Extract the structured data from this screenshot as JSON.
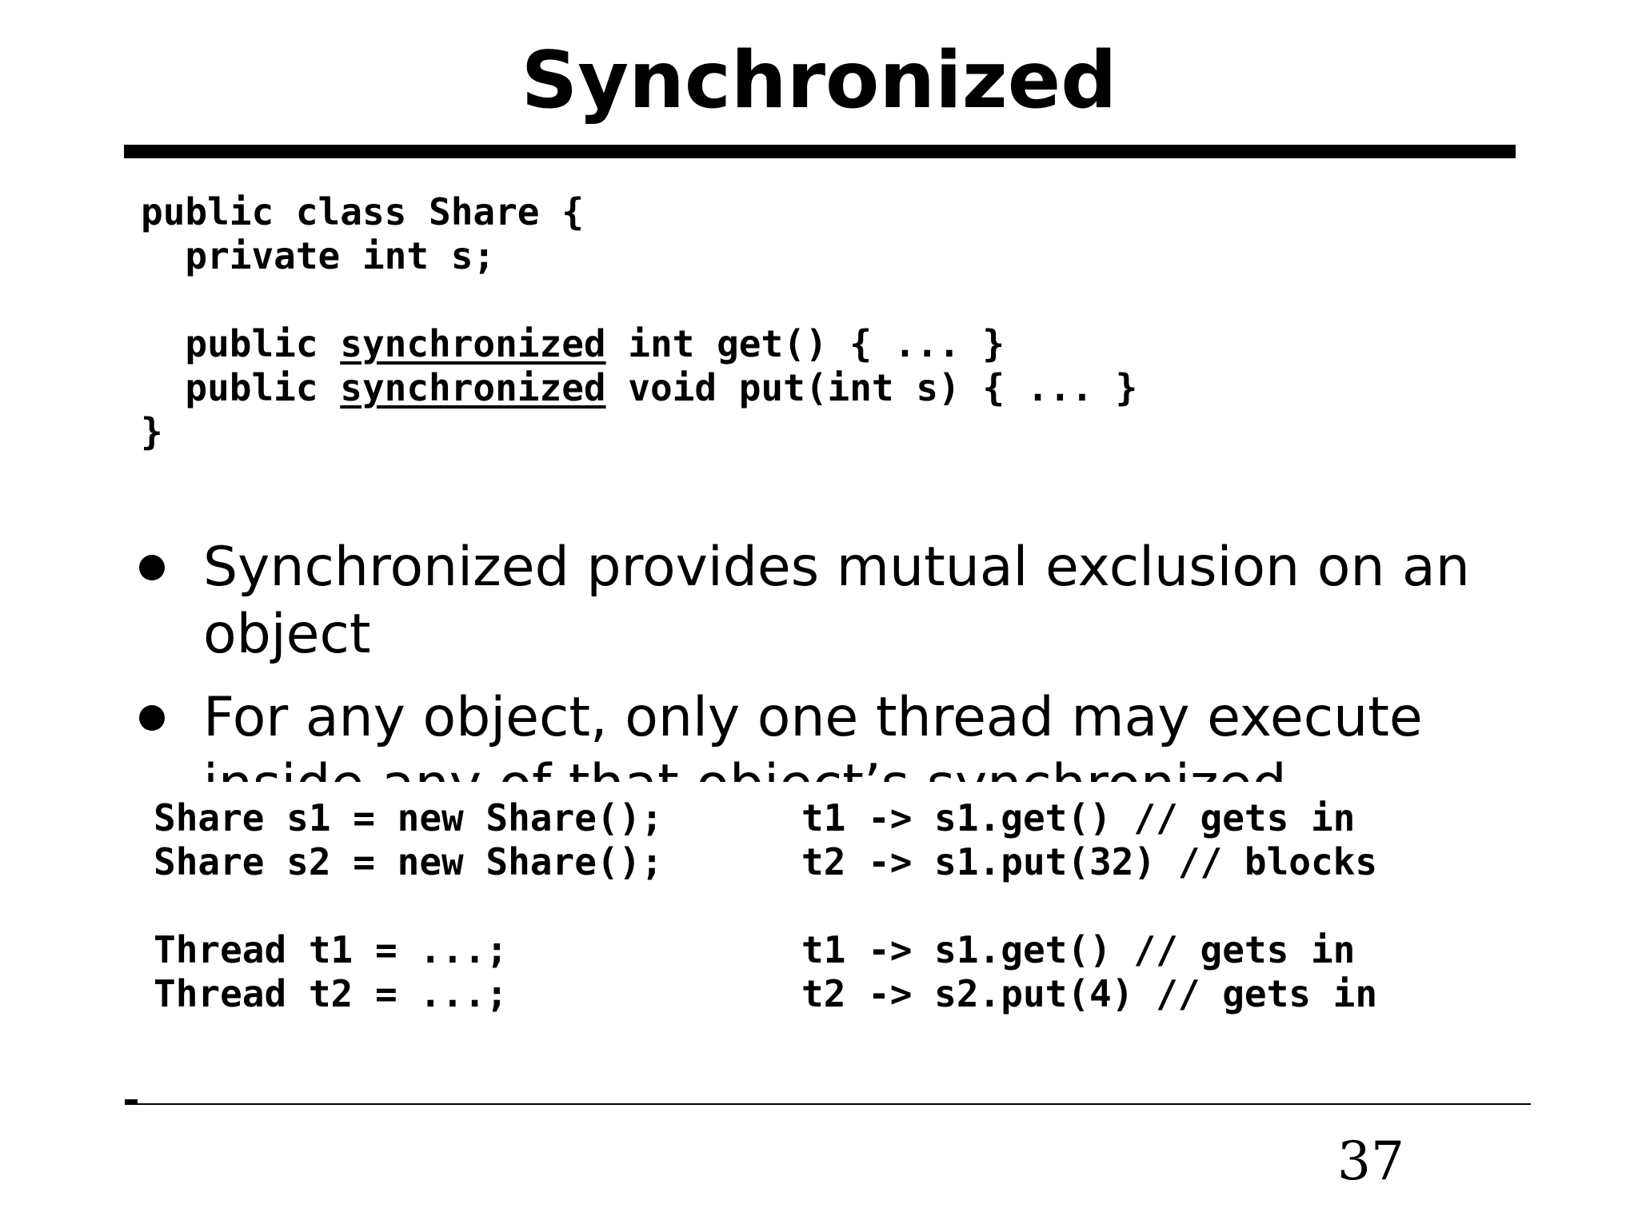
{
  "slide": {
    "title": "Synchronized",
    "page_number": "37"
  },
  "class_code": {
    "lines": [
      {
        "pre": "public class Share {",
        "kw": "",
        "post": ""
      },
      {
        "pre": "  private int s;",
        "kw": "",
        "post": ""
      },
      {
        "pre": "",
        "kw": "",
        "post": ""
      },
      {
        "pre": "  public ",
        "kw": "synchronized",
        "post": " int get() { ... }"
      },
      {
        "pre": "  public ",
        "kw": "synchronized",
        "post": " void put(int s) { ... }"
      },
      {
        "pre": "}",
        "kw": "",
        "post": ""
      }
    ]
  },
  "bullets": [
    "Synchronized provides mutual exclusion on an object",
    "For any object, only one thread may execute inside any of that object’s synchronized"
  ],
  "usage_code": {
    "rows": [
      {
        "left": "Share s1 = new Share();",
        "right": "t1 -> s1.get() // gets in"
      },
      {
        "left": "Share s2 = new Share();",
        "right": "t2 -> s1.put(32) // blocks"
      },
      {
        "left": "",
        "right": ""
      },
      {
        "left": "Thread t1 = ...;",
        "right": "t1 -> s1.get() // gets in"
      },
      {
        "left": "Thread t2 = ...;",
        "right": "t2 -> s2.put(4) // gets in"
      }
    ]
  }
}
